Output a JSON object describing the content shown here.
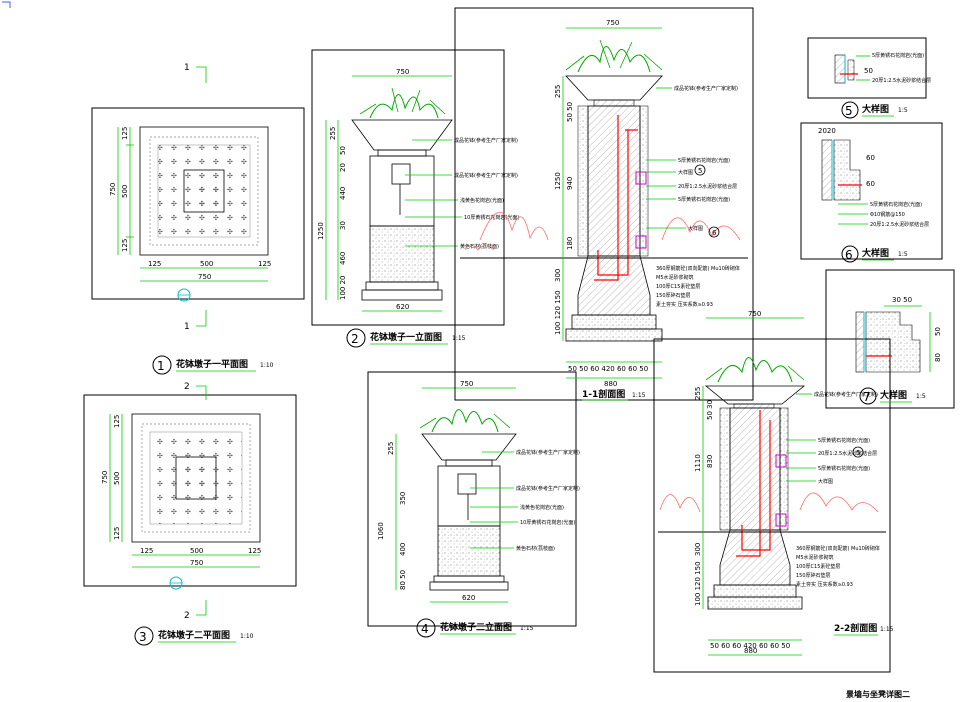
{
  "sheet": {
    "title": "景墙与坐凳详图二"
  },
  "plan1": {
    "number": "1",
    "title": "花钵墩子一平面图",
    "scale": "1:10",
    "section_mark": "1",
    "dims": {
      "left_top": "125",
      "left_mid": "500",
      "left_bottom": "125",
      "left_total": "750",
      "bottom_left": "125",
      "bottom_mid": "500",
      "bottom_right": "125",
      "bottom_total": "750"
    }
  },
  "plan3": {
    "number": "3",
    "title": "花钵墩子二平面图",
    "scale": "1:10",
    "section_mark": "2",
    "dims": {
      "left_top": "125",
      "left_mid": "500",
      "left_bottom": "125",
      "left_total": "750",
      "bottom_left": "125",
      "bottom_mid": "500",
      "bottom_right": "125",
      "bottom_total": "750"
    }
  },
  "elev2": {
    "number": "2",
    "title": "花钵墩子一立面图",
    "scale": "1:15",
    "dims": {
      "top_width": "750",
      "base_width": "620",
      "h1": "255",
      "h2": "50",
      "h3": "20",
      "h4": "440",
      "h5": "30",
      "h6": "460",
      "h7": "100 20",
      "h_total": "1250"
    },
    "notes": [
      "成品花钵(参考生产厂家定制)",
      "成品花钵(参考生产厂家定制)",
      "浅黄色花岗岩(光面)",
      "10厚黄锈石花岗岩(光面)",
      "黄色石材(荔枝面)"
    ]
  },
  "elev4": {
    "number": "4",
    "title": "花钵墩子二立面图",
    "scale": "1:15",
    "dims": {
      "top_width": "750",
      "base_width": "620",
      "h1": "255",
      "h4": "350",
      "h6": "400",
      "h7": "80 50",
      "h_total": "1060"
    },
    "notes": [
      "成品花钵(参考生产厂家定制)",
      "成品花钵(参考生产厂家定制)",
      "浅黄色花岗岩(光面)",
      "10厚黄锈石花岗岩(光面)",
      "黄色石材(荔枝面)"
    ]
  },
  "sec1": {
    "title": "1-1剖面图",
    "scale": "1:15",
    "dims": {
      "top_width": "750",
      "bottom_parts": "50  50 60  420  60 60  50",
      "bottom_total": "880",
      "h1": "255",
      "h2": "50 50",
      "h3": "940",
      "h4": "180",
      "h5": "300",
      "h6": "100 120 150",
      "h_total": "1250"
    },
    "callouts": [
      "5",
      "6"
    ],
    "notes": [
      "成品花钵(参考生产厂家定制)",
      "5厚黄锈石花岗岩(光面)",
      "大样图",
      "20厚1:2.5水泥砂浆结合层",
      "5厚黄锈石花岗岩(光面)",
      "大样图",
      "360厚钢筋砼(双向配筋) Mu10砖砌体",
      "M5水泥砂浆砌筑",
      "100厚C15素砼垫层",
      "150厚碎石垫层",
      "素土夯实 压实系数≥0.93"
    ]
  },
  "sec2": {
    "title": "2-2剖面图",
    "scale": "1:15",
    "dims": {
      "top_width": "750",
      "bottom_parts": "50  60 60  420  60 60  50",
      "bottom_total": "880",
      "h1": "255",
      "h2": "50 30",
      "h3": "830",
      "h5": "300",
      "h6": "100 120 150",
      "h_total": "1110"
    },
    "callouts": [
      "5"
    ],
    "notes": [
      "成品花钵(参考生产厂家定制)",
      "5厚黄锈石花岗岩(光面)",
      "20厚1:2.5水泥砂浆结合层",
      "5厚黄锈石花岗岩(光面)",
      "大样图",
      "360厚钢筋砼(双向配筋) Mu10砖砌体",
      "M5水泥砂浆砌筑",
      "100厚C15素砼垫层",
      "150厚碎石垫层",
      "素土夯实 压实系数≥0.93"
    ]
  },
  "det5": {
    "number": "5",
    "title": "大样图",
    "scale": "1:5",
    "dims": [
      "50"
    ],
    "notes": [
      "5厚黄锈石花岗岩(光面)",
      "20厚1:2.5水泥砂浆结合层"
    ]
  },
  "det6": {
    "number": "6",
    "title": "大样图",
    "scale": "1:5",
    "dims": [
      "2020",
      "60",
      "60"
    ],
    "notes": [
      "5厚黄锈石花岗岩(光面)",
      "Φ10钢筋@150",
      "20厚1:2.5水泥砂浆结合层"
    ]
  },
  "det7": {
    "number": "7",
    "title": "大样图",
    "scale": "1:5",
    "dims": [
      "30  50",
      "50",
      "80"
    ]
  }
}
